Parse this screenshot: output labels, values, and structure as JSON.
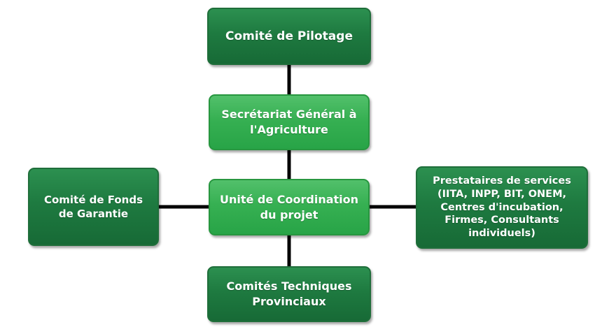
{
  "diagram": {
    "nodes": {
      "pilotage": "Comité de Pilotage",
      "sga": "Secrétariat Général à l'Agriculture",
      "ucp": "Unité de Coordination du projet",
      "fonds": "Comité de Fonds de Garantie",
      "prestataires": "Prestataires de services (IITA, INPP, BIT, ONEM, Centres d'incubation, Firmes, Consultants individuels)",
      "ctp": "Comités Techniques Provinciaux"
    },
    "edges": [
      [
        "pilotage",
        "sga"
      ],
      [
        "sga",
        "ucp"
      ],
      [
        "ucp",
        "fonds"
      ],
      [
        "ucp",
        "prestataires"
      ],
      [
        "ucp",
        "ctp"
      ]
    ],
    "colors": {
      "dark_node": "#1e7a40",
      "light_node": "#36b052",
      "connector": "#000000"
    }
  }
}
